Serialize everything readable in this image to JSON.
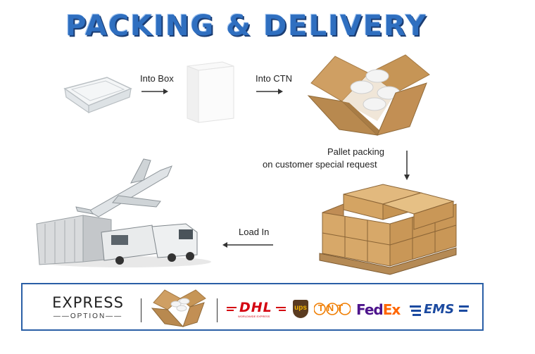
{
  "title": "PACKING & DELIVERY",
  "steps": {
    "into_box": "Into Box",
    "into_ctn": "Into CTN",
    "pallet_line1": "Pallet packing",
    "pallet_line2": "on customer special request",
    "load_in": "Load In"
  },
  "express": {
    "word": "EXPRESS",
    "option": "——OPTION——",
    "carriers": [
      "DHL",
      "ups",
      "TNT",
      "FedEx",
      "EMS"
    ],
    "carrier_sub": {
      "dhl": "WORLDWIDE EXPRESS"
    }
  },
  "colors": {
    "title_blue": "#2f6fc0",
    "frame_blue": "#2a5fa6",
    "dhl_red": "#d40511",
    "fedex_purple": "#4d148c",
    "fedex_orange": "#ff6600",
    "ems_blue": "#1b4aa0",
    "cardboard": "#c9995c"
  }
}
